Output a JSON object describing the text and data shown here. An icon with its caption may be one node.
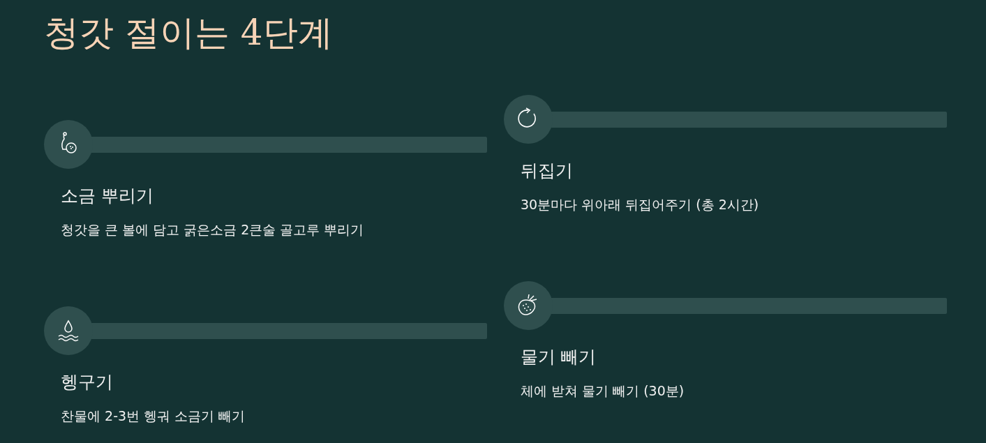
{
  "diagram": {
    "title": "청갓 절이는 4단계",
    "nodes": [
      {
        "text": [
          "소금 뿌리기",
          "청갓을 큰 볼에 담고 굵은소금 2큰술 골고루 뿌리기"
        ]
      },
      {
        "text": [
          "뒤집기",
          "30분마다 위아래 뒤집어주기 (총 2시간)"
        ]
      },
      {
        "text": [
          "헹구기",
          "찬물에 2-3번 헹궈 소금기 빼기"
        ]
      },
      {
        "text": [
          "물기 빼기",
          "체에 받쳐 물기 빼기 (30분)"
        ]
      }
    ]
  }
}
